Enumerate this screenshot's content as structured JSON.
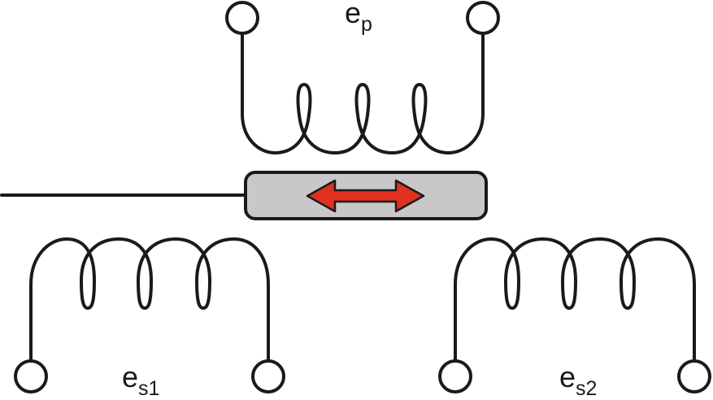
{
  "labels": {
    "primary": {
      "base": "e",
      "sub": "p"
    },
    "secondary_1": {
      "base": "e",
      "sub": "s1"
    },
    "secondary_2": {
      "base": "e",
      "sub": "s2"
    }
  },
  "colors": {
    "wire": "#1a1a1a",
    "core_fill": "#c8c8c8",
    "arrow_fill": "#e0301e",
    "terminal_fill": "#ffffff"
  },
  "icons": {
    "core_motion": "double-headed-arrow-icon"
  }
}
